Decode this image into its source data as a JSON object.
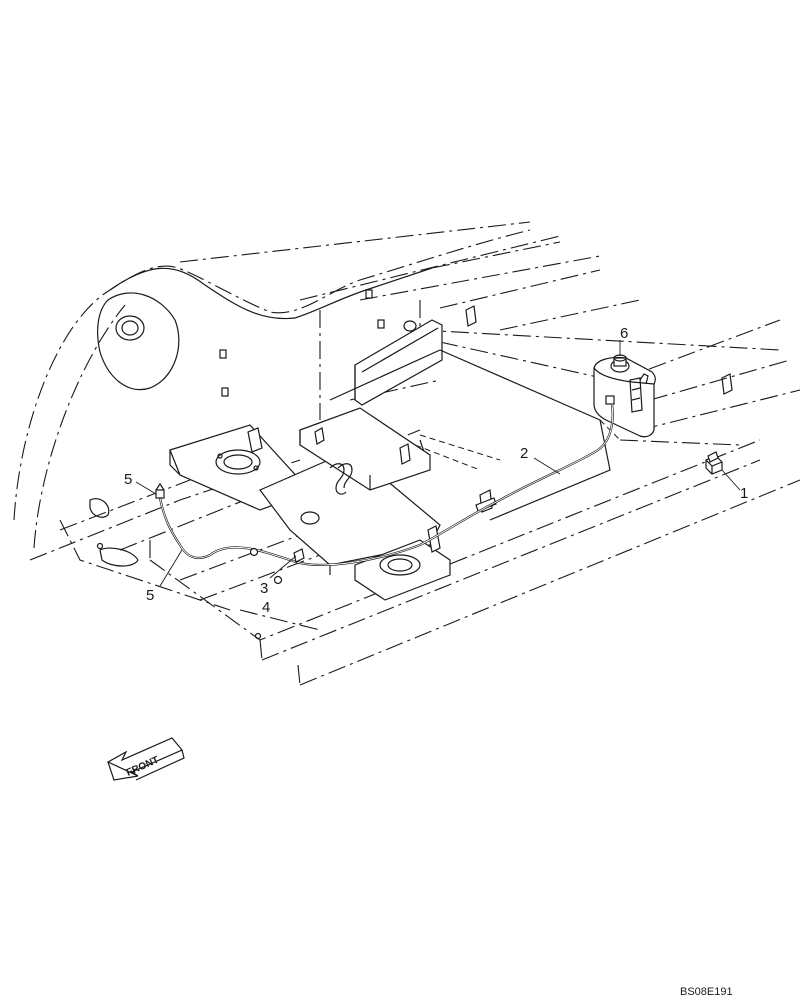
{
  "callouts": [
    {
      "id": "c1",
      "label": "1",
      "part": "bolt"
    },
    {
      "id": "c2",
      "label": "2",
      "part": "hose-long"
    },
    {
      "id": "c3",
      "label": "3",
      "part": "clamp"
    },
    {
      "id": "c4",
      "label": "4",
      "part": "nut"
    },
    {
      "id": "c5a",
      "label": "5",
      "part": "hose-end-upper"
    },
    {
      "id": "c5b",
      "label": "5",
      "part": "hose-end-lower"
    },
    {
      "id": "c6",
      "label": "6",
      "part": "reservoir-tank"
    }
  ],
  "direction_arrow": {
    "label": "FRONT"
  },
  "drawing_code": "BS08E191"
}
